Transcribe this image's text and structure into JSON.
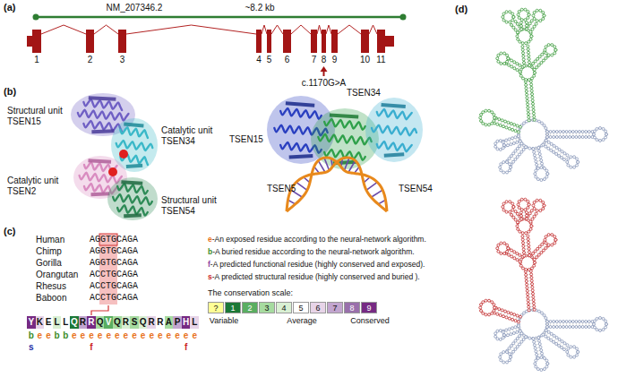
{
  "diagram": {
    "nodes": [
      {
        "text": [
          "1"
        ]
      },
      {
        "text": [
          "2"
        ]
      },
      {
        "text": [
          "3"
        ]
      },
      {
        "text": [
          "4"
        ]
      },
      {
        "text": [
          "5"
        ]
      },
      {
        "text": [
          "6"
        ]
      },
      {
        "text": [
          "7"
        ]
      },
      {
        "text": [
          "8"
        ]
      },
      {
        "text": [
          "9"
        ]
      },
      {
        "text": [
          "10"
        ]
      },
      {
        "text": [
          "11"
        ]
      },
      {
        "text": [
          "Y"
        ]
      },
      {
        "text": [
          "K"
        ]
      },
      {
        "text": [
          "E"
        ]
      },
      {
        "text": [
          "L"
        ]
      },
      {
        "text": [
          "L"
        ]
      },
      {
        "text": [
          "Q"
        ]
      },
      {
        "text": [
          "R"
        ]
      },
      {
        "text": [
          "R"
        ]
      },
      {
        "text": [
          "Q"
        ]
      },
      {
        "text": [
          "V"
        ]
      },
      {
        "text": [
          "Q"
        ]
      },
      {
        "text": [
          "R"
        ]
      },
      {
        "text": [
          "S"
        ]
      },
      {
        "text": [
          "Q"
        ]
      },
      {
        "text": [
          "R"
        ]
      },
      {
        "text": [
          "R"
        ]
      },
      {
        "text": [
          "A"
        ]
      },
      {
        "text": [
          "P"
        ]
      },
      {
        "text": [
          "H"
        ]
      },
      {
        "text": [
          "L"
        ]
      }
    ],
    "edges": [
      {
        "from": 0,
        "to": 1,
        "arrow": "none"
      },
      {
        "from": 1,
        "to": 2,
        "arrow": "none"
      },
      {
        "from": 2,
        "to": 3,
        "arrow": "none"
      },
      {
        "from": 3,
        "to": 4,
        "arrow": "none"
      },
      {
        "from": 4,
        "to": 5,
        "arrow": "none"
      },
      {
        "from": 5,
        "to": 6,
        "arrow": "none"
      },
      {
        "from": 6,
        "to": 7,
        "arrow": "none"
      },
      {
        "from": 7,
        "to": 8,
        "arrow": "none"
      },
      {
        "from": 8,
        "to": 9,
        "arrow": "none"
      },
      {
        "from": 9,
        "to": 10,
        "arrow": "none"
      }
    ],
    "labels": [
      "(a)",
      "NM_207346.2",
      "~8.2 kb",
      "c.1170G>A",
      "(b)",
      "Structural unit TSEN15",
      "Catalytic unit TSEN34",
      "Catalytic unit TSEN2",
      "Structural unit TSEN54",
      "TSEN15",
      "TSEN34",
      "TSEN5",
      "TSEN54",
      "(c)",
      "Human",
      "AGGTGCAGA",
      "Chimp",
      "AGGTGCAGA",
      "Gorilla",
      "AGGTGCAGA",
      "Orangutan",
      "ACCTGCAGA",
      "Rhesus",
      "ACCTGCAGA",
      "Baboon",
      "ACCTGCAGA",
      "b",
      "e",
      "e",
      "b",
      "b",
      "e",
      "e",
      "e",
      "e",
      "e",
      "e",
      "e",
      "e",
      "e",
      "e",
      "e",
      "e",
      "e",
      "e",
      "e",
      "s",
      "f",
      "f",
      "e-An exposed residue according to the neural-network algorithm.",
      "b-A buried residue according to the neural-network algorithm.",
      "f-A predicted functional residue (highly conserved and exposed).",
      "s-A predicted structural residue (highly conserved and buried ).",
      "The conservation scale:",
      "Variable",
      "Average",
      "Conserved",
      "(d)"
    ],
    "legend": [
      {
        "text": "?",
        "color": "#ffff96"
      },
      {
        "text": "1",
        "color": "#1b7837"
      },
      {
        "text": "2",
        "color": "#5aae61"
      },
      {
        "text": "3",
        "color": "#a6dba0"
      },
      {
        "text": "4",
        "color": "#d9f0d3"
      },
      {
        "text": "5",
        "color": "#ffffff"
      },
      {
        "text": "6",
        "color": "#e7d4e8"
      },
      {
        "text": "7",
        "color": "#c2a5cf"
      },
      {
        "text": "8",
        "color": "#9970ab"
      },
      {
        "text": "9",
        "color": "#762a83"
      }
    ]
  }
}
